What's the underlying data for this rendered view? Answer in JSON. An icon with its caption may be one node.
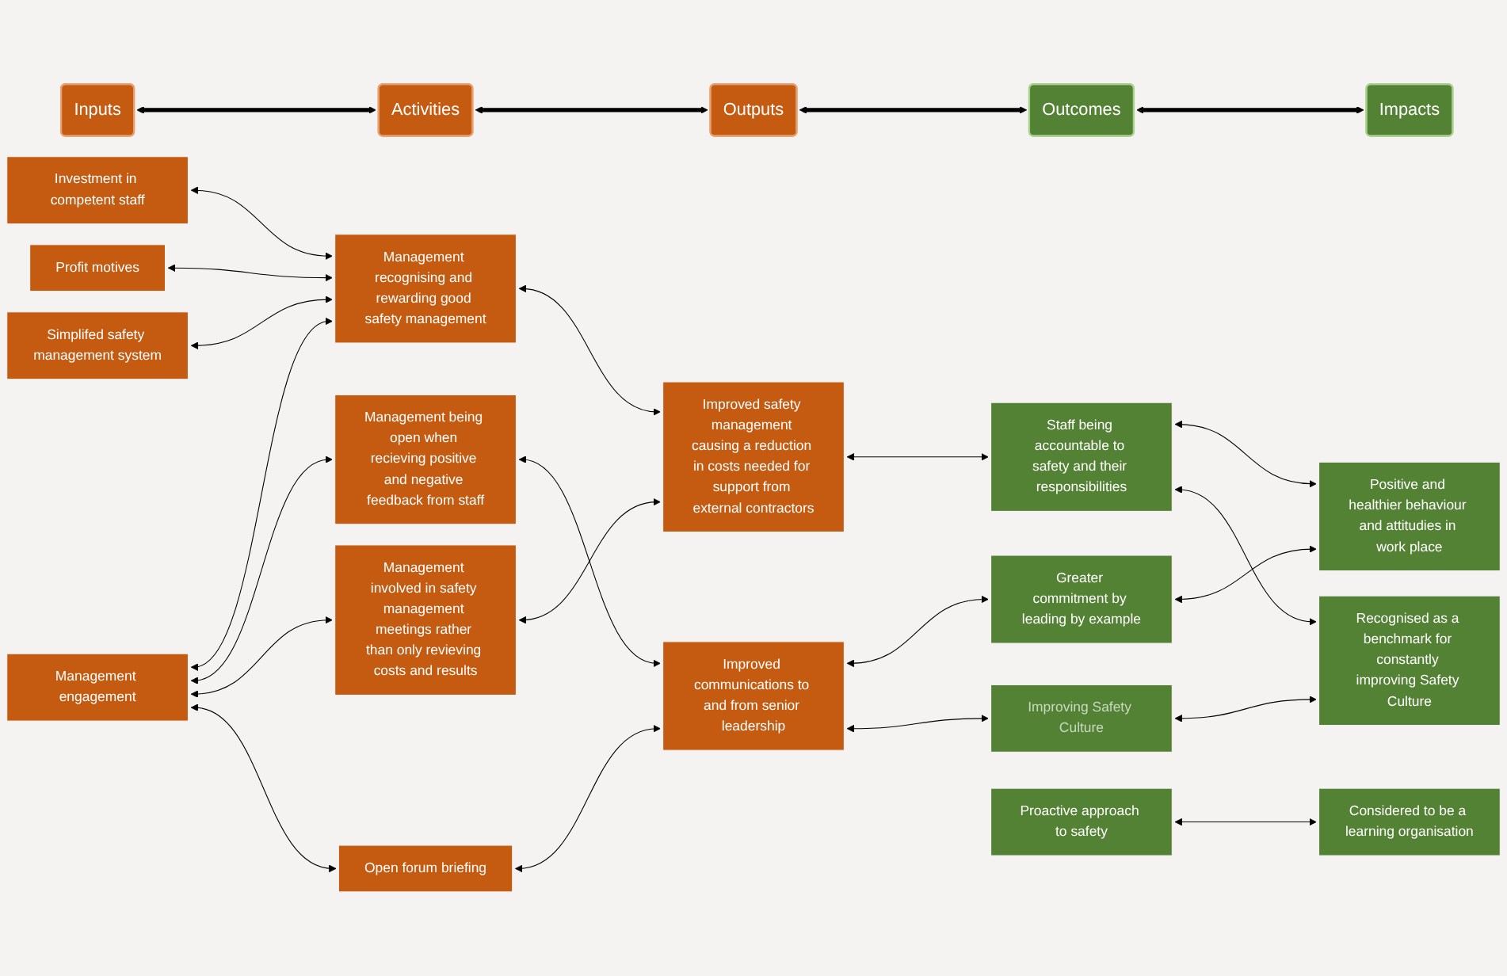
{
  "diagram": {
    "nodes": [
      {
        "text": [
          "Inputs"
        ]
      },
      {
        "text": [
          "Activities"
        ]
      },
      {
        "text": [
          "Outputs"
        ]
      },
      {
        "text": [
          "Outcomes"
        ]
      },
      {
        "text": [
          "Impacts"
        ]
      },
      {
        "text": [
          "Management engagement"
        ]
      },
      {
        "text": [
          "Investment in competent staff"
        ]
      },
      {
        "text": [
          "Profit motives"
        ]
      },
      {
        "text": [
          "Simplifed safety management system"
        ]
      },
      {
        "text": [
          "Management being open when recieving positive and negative feedback from staff"
        ]
      },
      {
        "text": [
          "Management recognising and rewarding good safety management"
        ]
      },
      {
        "text": [
          "Management involved in safety management meetings rather than only revieving costs and results"
        ]
      },
      {
        "text": [
          "Open forum briefing"
        ]
      },
      {
        "text": [
          "Improved communications to and from senior leadership"
        ]
      },
      {
        "text": [
          "Improved safety management causing a reduction in costs needed for support from external contractors"
        ]
      },
      {
        "text": [
          "Greater commitment by leading by example"
        ]
      },
      {
        "text": [
          "Staff being accountable to safety and their responsibilities"
        ]
      },
      {
        "text": [
          "Proactive approach to safety"
        ]
      },
      {
        "text": [
          "Improving Safety Culture"
        ]
      },
      {
        "text": [
          "Positive and healthier behaviour and attitudies in work place"
        ]
      },
      {
        "text": [
          "Considered to be a learning organisation"
        ]
      },
      {
        "text": [
          "Recognised as a benchmark for constantly improving Safety Culture"
        ]
      }
    ],
    "edges": [
      {
        "from": 0,
        "to": 1,
        "arrow": "both",
        "style": "thick"
      },
      {
        "from": 1,
        "to": 2,
        "arrow": "both",
        "style": "thick"
      },
      {
        "from": 2,
        "to": 3,
        "arrow": "both",
        "style": "thick"
      },
      {
        "from": 3,
        "to": 4,
        "arrow": "both",
        "style": "thick"
      },
      {
        "from": 5,
        "to": 9,
        "arrow": "both"
      },
      {
        "from": 5,
        "to": 10,
        "arrow": "both"
      },
      {
        "from": 5,
        "to": 11,
        "arrow": "both"
      },
      {
        "from": 5,
        "to": 12,
        "arrow": "both"
      },
      {
        "from": 6,
        "to": 10,
        "arrow": "both"
      },
      {
        "from": 7,
        "to": 10,
        "arrow": "both"
      },
      {
        "from": 8,
        "to": 10,
        "arrow": "both"
      },
      {
        "from": 9,
        "to": 13,
        "arrow": "both"
      },
      {
        "from": 10,
        "to": 14,
        "arrow": "both"
      },
      {
        "from": 11,
        "to": 14,
        "arrow": "both"
      },
      {
        "from": 12,
        "to": 13,
        "arrow": "both"
      },
      {
        "from": 13,
        "to": 15,
        "arrow": "both"
      },
      {
        "from": 13,
        "to": 18,
        "arrow": "both"
      },
      {
        "from": 14,
        "to": 16,
        "arrow": "both"
      },
      {
        "from": 15,
        "to": 19,
        "arrow": "both"
      },
      {
        "from": 16,
        "to": 19,
        "arrow": "both"
      },
      {
        "from": 16,
        "to": 21,
        "arrow": "both"
      },
      {
        "from": 17,
        "to": 20,
        "arrow": "both"
      },
      {
        "from": 18,
        "to": 21,
        "arrow": "both"
      }
    ]
  }
}
